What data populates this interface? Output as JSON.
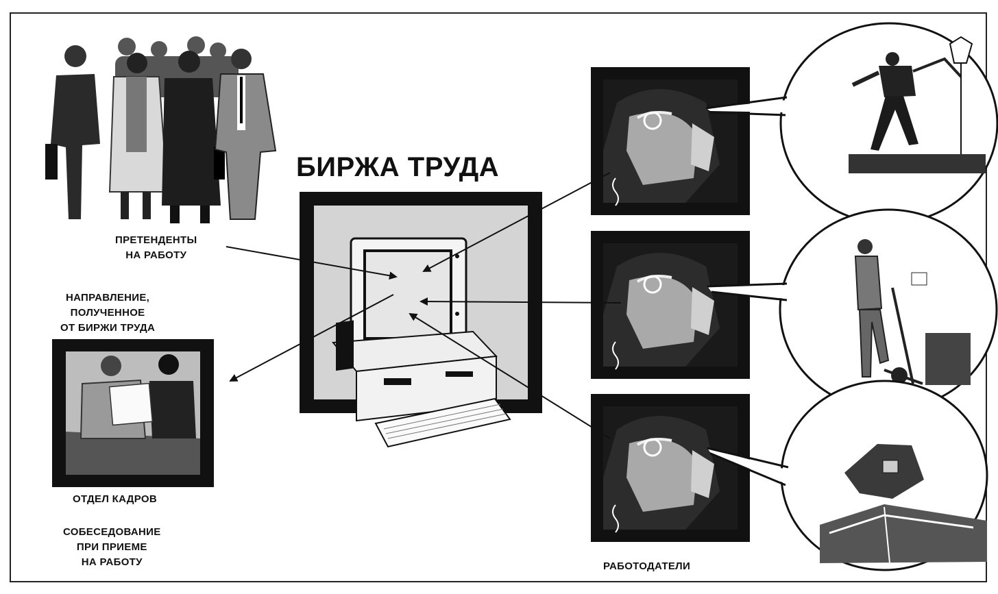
{
  "title": "БИРЖА ТРУДА",
  "labels": {
    "applicants": [
      "ПРЕТЕНДЕНТЫ",
      "НА РАБОТУ"
    ],
    "referral": [
      "НАПРАВЛЕНИЕ,",
      "ПОЛУЧЕННОЕ",
      "ОТ БИРЖИ ТРУДА"
    ],
    "hr_department": "ОТДЕЛ КАДРОВ",
    "interview": [
      "СОБЕСЕДОВАНИЕ",
      "ПРИ ПРИЕМЕ",
      "НА РАБОТУ"
    ],
    "employers": "РАБОТОДАТЕЛИ"
  }
}
